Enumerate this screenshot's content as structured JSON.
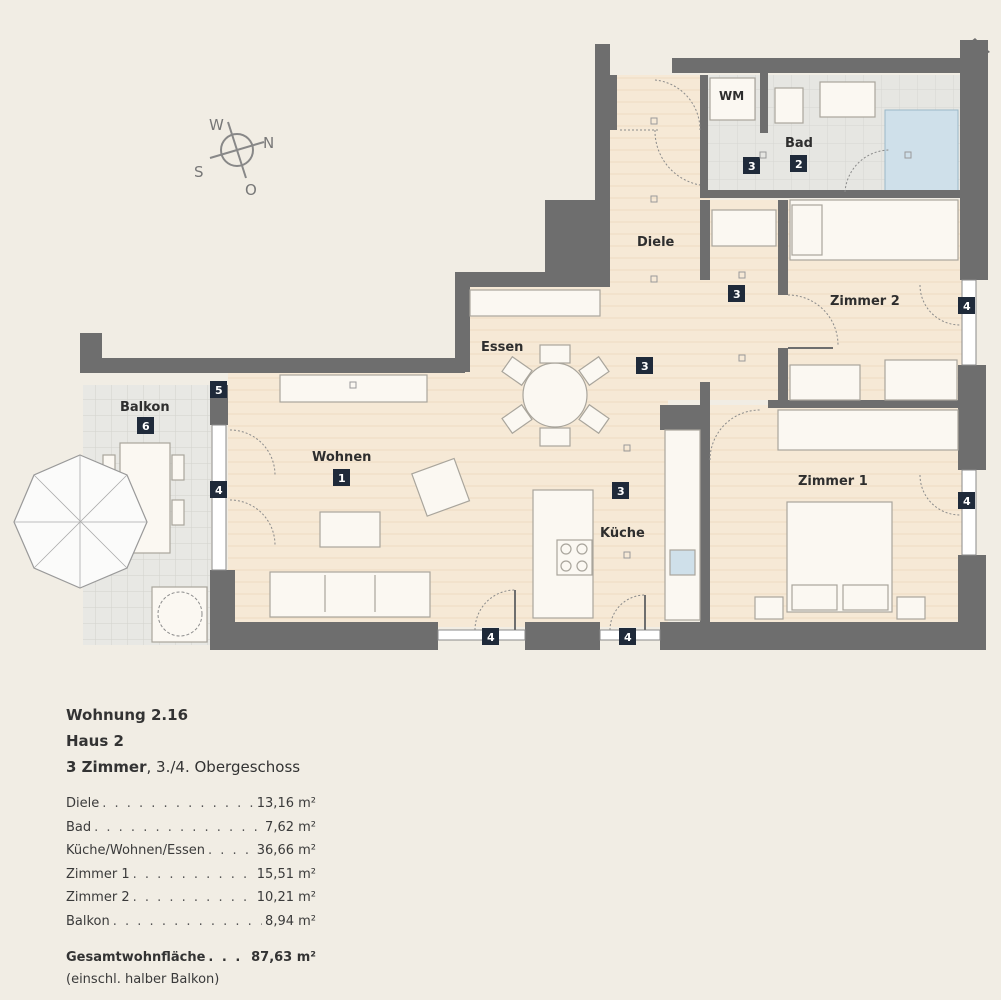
{
  "plan": {
    "rooms": {
      "wohnen": "Wohnen",
      "essen": "Essen",
      "diele": "Diele",
      "kueche": "Küche",
      "bad": "Bad",
      "zimmer1": "Zimmer 1",
      "zimmer2": "Zimmer 2",
      "balkon": "Balkon",
      "wm": "WM"
    },
    "tags": {
      "t1": "1",
      "t2": "2",
      "t3": "3",
      "t4": "4",
      "t5": "5",
      "t6": "6"
    },
    "compass": {
      "w": "W",
      "n": "N",
      "s": "S",
      "o": "O"
    },
    "colors": {
      "background": "#f1ede4",
      "wall": "#6e6e6e",
      "floor_wood": "#f6e9d6",
      "floor_tile": "#e4e5e2",
      "shower": "#cfe0ea",
      "tag": "#1f2a3a"
    }
  },
  "info": {
    "title": "Wohnung 2.16",
    "haus": "Haus 2",
    "rooms_count": "3 Zimmer",
    "floor": ", 3./4. Obergeschoss",
    "areas": [
      {
        "name": "Diele",
        "value": "13,16 m²"
      },
      {
        "name": "Bad",
        "value": "7,62 m²"
      },
      {
        "name": "Küche/Wohnen/Essen",
        "value": "36,66 m²"
      },
      {
        "name": "Zimmer 1",
        "value": "15,51 m²"
      },
      {
        "name": "Zimmer 2",
        "value": "10,21 m²"
      },
      {
        "name": "Balkon",
        "value": "8,94 m²"
      }
    ],
    "total_label": "Gesamtwohnfläche",
    "total_value": "87,63 m²",
    "note": "(einschl. halber Balkon)"
  }
}
